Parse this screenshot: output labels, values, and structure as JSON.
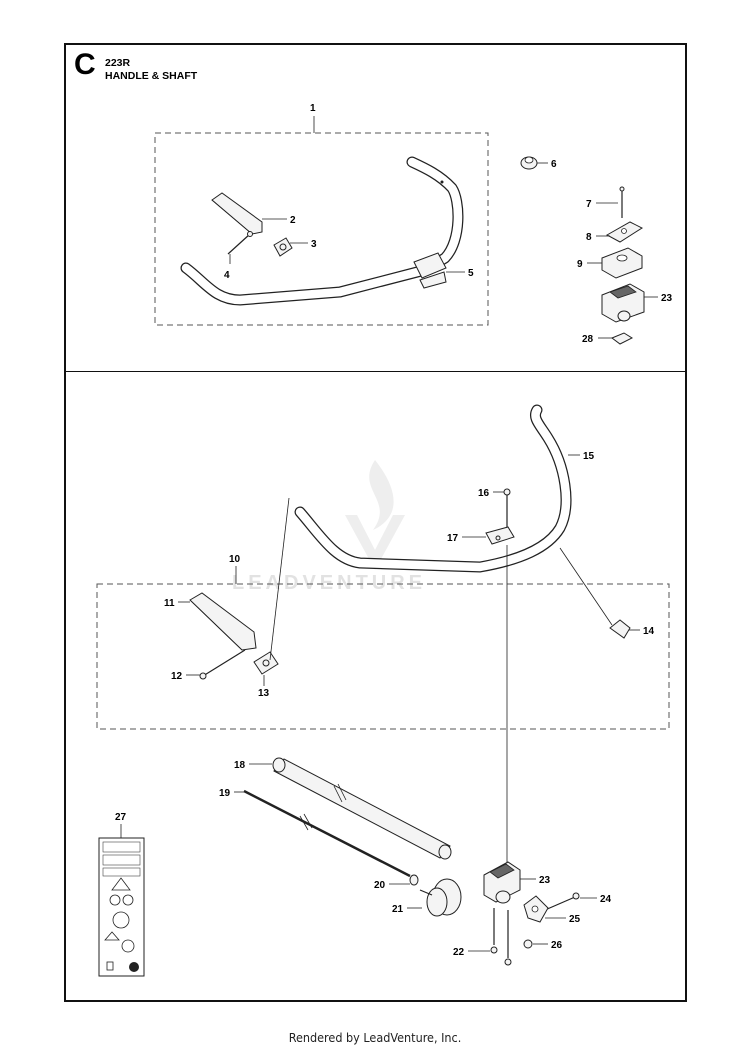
{
  "header": {
    "section_letter": "C",
    "model": "223R",
    "title": "HANDLE & SHAFT"
  },
  "watermark": {
    "text": "LEADVENTURE"
  },
  "footer": {
    "text": "Rendered by LeadVenture, Inc."
  },
  "callouts": [
    {
      "id": "1",
      "label": "1"
    },
    {
      "id": "2",
      "label": "2"
    },
    {
      "id": "3",
      "label": "3"
    },
    {
      "id": "4",
      "label": "4"
    },
    {
      "id": "5",
      "label": "5"
    },
    {
      "id": "6",
      "label": "6"
    },
    {
      "id": "7",
      "label": "7"
    },
    {
      "id": "8",
      "label": "8"
    },
    {
      "id": "9",
      "label": "9"
    },
    {
      "id": "23a",
      "label": "23"
    },
    {
      "id": "28",
      "label": "28"
    },
    {
      "id": "15",
      "label": "15"
    },
    {
      "id": "16",
      "label": "16"
    },
    {
      "id": "17",
      "label": "17"
    },
    {
      "id": "10",
      "label": "10"
    },
    {
      "id": "11",
      "label": "11"
    },
    {
      "id": "14",
      "label": "14"
    },
    {
      "id": "12",
      "label": "12"
    },
    {
      "id": "13",
      "label": "13"
    },
    {
      "id": "18",
      "label": "18"
    },
    {
      "id": "19",
      "label": "19"
    },
    {
      "id": "27",
      "label": "27"
    },
    {
      "id": "20",
      "label": "20"
    },
    {
      "id": "23b",
      "label": "23"
    },
    {
      "id": "24",
      "label": "24"
    },
    {
      "id": "21",
      "label": "21"
    },
    {
      "id": "25",
      "label": "25"
    },
    {
      "id": "22",
      "label": "22"
    },
    {
      "id": "26",
      "label": "26"
    }
  ],
  "colors": {
    "line": "#222222",
    "part_fill": "#f4f4f4",
    "watermark": "#e2e2e2"
  }
}
